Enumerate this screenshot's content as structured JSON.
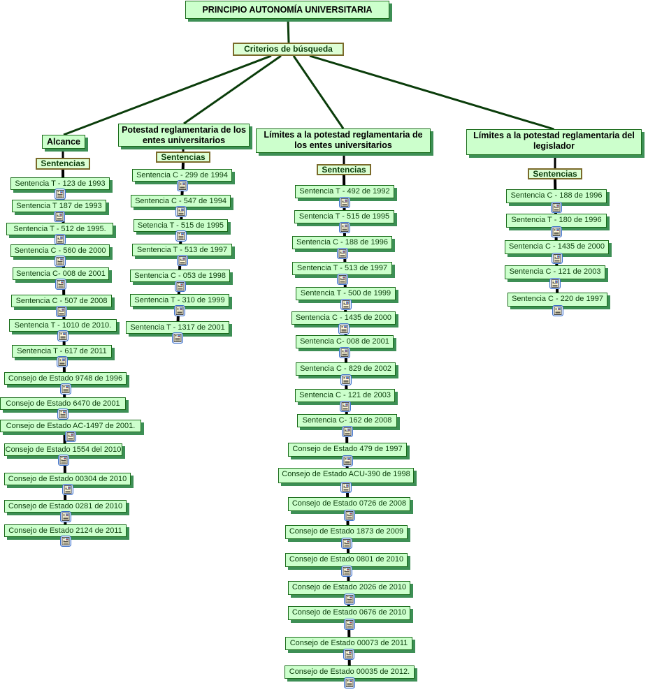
{
  "root": "PRINCIPIO AUTONOMÍA UNIVERSITARIA",
  "linking_phrase": "Criterios de búsqueda",
  "branches": [
    {
      "title": "Alcance",
      "phrase": "Sentencias",
      "items": [
        "Sentencia T - 123 de 1993",
        "Sentencia T 187 de 1993",
        "Sentencia T - 512 de 1995.",
        "Sentencia C - 560 de 2000",
        "Sentencia C- 008 de 2001",
        "Sentencia C - 507 de 2008",
        "Sentencia T - 1010 de 2010.",
        "Sentencia T - 617 de 2011",
        "Consejo de Estado 9748 de 1996",
        "Consejo de Estado 6470 de 2001",
        "Consejo de Estado AC-1497 de 2001.",
        "Consejo de Estado 1554 del 2010",
        "Consejo de Estado 00304 de 2010",
        "Consejo de Estado 0281 de 2010",
        "Consejo de Estado 2124 de 2011"
      ]
    },
    {
      "title": "Potestad reglamentaria de los entes universitarios",
      "phrase": "Sentencias",
      "items": [
        "Sentencia C - 299 de 1994",
        "Sentencia C - 547 de 1994",
        "Setencia T - 515 de 1995",
        "Sentencia T - 513 de 1997",
        "Sentencia C - 053 de 1998",
        "Sentencia T - 310 de 1999",
        "Sentencia T - 1317 de 2001"
      ]
    },
    {
      "title": "Límites a la potestad reglamentaria de los entes universitarios",
      "phrase": "Sentencias",
      "items": [
        "Sentencia T - 492 de 1992",
        "Sentencia T - 515 de 1995",
        "Sentencia C - 188 de 1996",
        "Sentencia T - 513 de 1997",
        "Sentencia T - 500 de 1999",
        "Sentencia C - 1435 de 2000",
        "Sentencia C- 008 de 2001",
        "Sentencia C - 829 de 2002",
        "Sentencia C - 121 de 2003",
        "Sentencia C- 162 de 2008",
        "Consejo de Estado 479 de 1997",
        "Consejo de Estado ACU-390 de 1998",
        "Consejo de Estado 0726 de 2008",
        "Consejo de Estado 1873 de 2009",
        "Consejo de Estado 0801 de 2010",
        "Consejo de Estado 2026 de 2010",
        "Consejo de Estado 0676 de 2010",
        "Consejo de Estado 00073 de 2011",
        "Consejo de Estado 00035 de 2012."
      ]
    },
    {
      "title": "Límites a la potestad reglamentaria del legislador",
      "phrase": "Sentencias",
      "items": [
        "Sentencia C - 188 de 1996",
        "Sentencia T - 180 de 1996",
        "Sentencia C - 1435 de 2000",
        "Sentencia C - 121 de 2003",
        "Sentencia C - 220 de 1997"
      ]
    }
  ]
}
